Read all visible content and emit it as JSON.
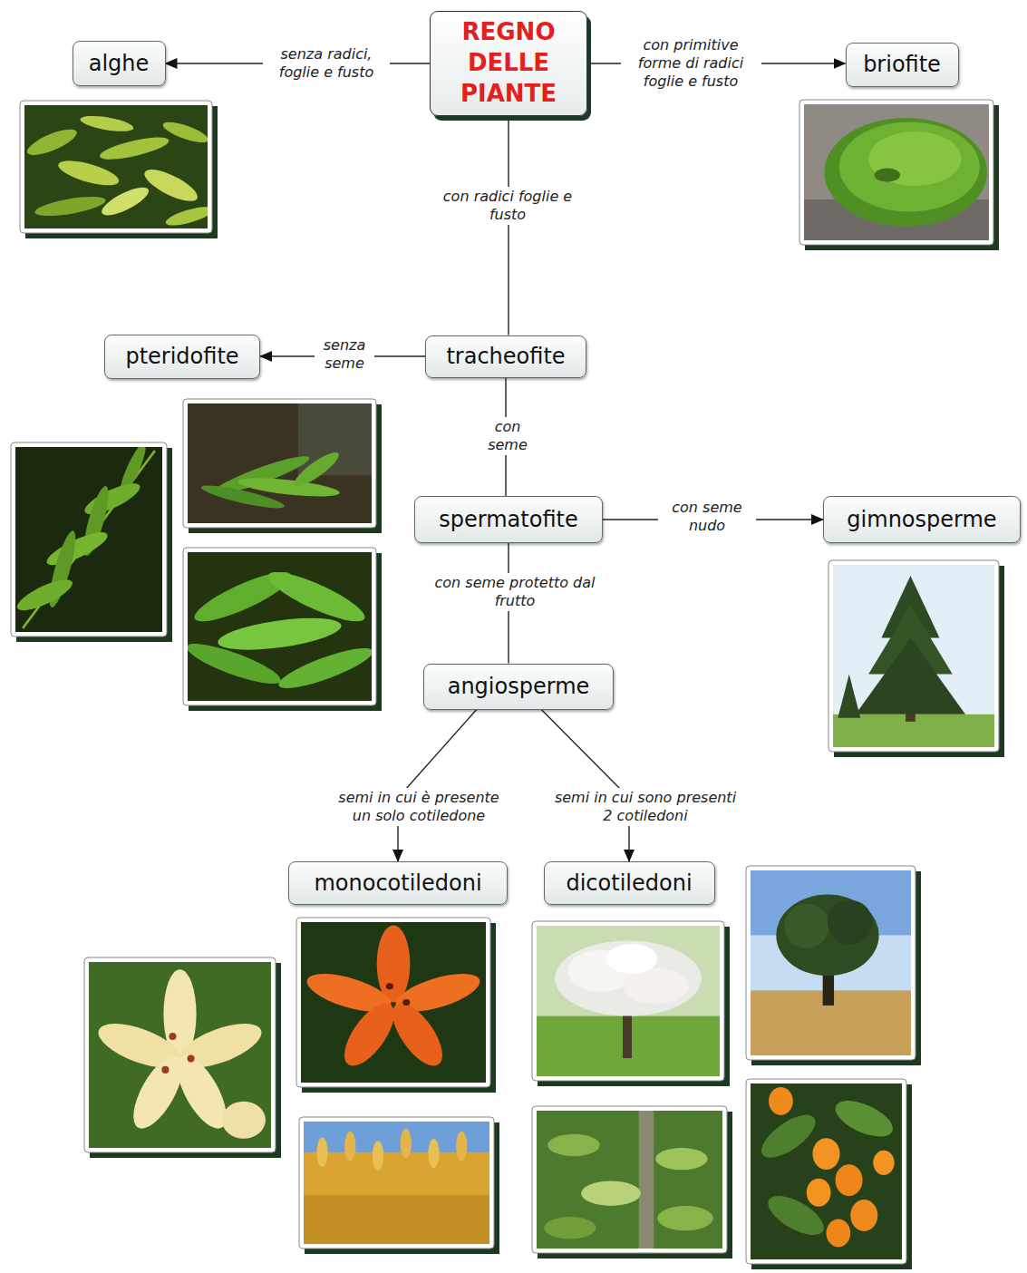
{
  "diagram": {
    "nodes": [
      {
        "text": [
          "REGNO DELLE PIANTE"
        ]
      },
      {
        "text": [
          "alghe"
        ]
      },
      {
        "text": [
          "briofite"
        ]
      },
      {
        "text": [
          "pteridofite"
        ]
      },
      {
        "text": [
          "tracheofite"
        ]
      },
      {
        "text": [
          "spermatofite"
        ]
      },
      {
        "text": [
          "gimnosperme"
        ]
      },
      {
        "text": [
          "angiosperme"
        ]
      },
      {
        "text": [
          "monocotiledoni"
        ]
      },
      {
        "text": [
          "dicotiledoni"
        ]
      }
    ],
    "edges": [
      {
        "from": 0,
        "to": 1,
        "arrow": "to",
        "label": "senza radici, foglie e fusto"
      },
      {
        "from": 0,
        "to": 2,
        "arrow": "to",
        "label": "con primitive forme di radici foglie e fusto"
      },
      {
        "from": 0,
        "to": 4,
        "arrow": "none",
        "label": "con radici foglie e fusto"
      },
      {
        "from": 4,
        "to": 3,
        "arrow": "to",
        "label": "senza seme"
      },
      {
        "from": 4,
        "to": 5,
        "arrow": "none",
        "label": "con seme"
      },
      {
        "from": 5,
        "to": 6,
        "arrow": "to",
        "label": "con seme nudo"
      },
      {
        "from": 5,
        "to": 7,
        "arrow": "none",
        "label": "con seme protetto dal frutto"
      },
      {
        "from": 7,
        "to": 8,
        "arrow": "to",
        "label": "semi in cui è presente un solo cotiledone"
      },
      {
        "from": 7,
        "to": 9,
        "arrow": "to",
        "label": "semi in cui sono presenti 2 cotiledoni"
      }
    ]
  }
}
